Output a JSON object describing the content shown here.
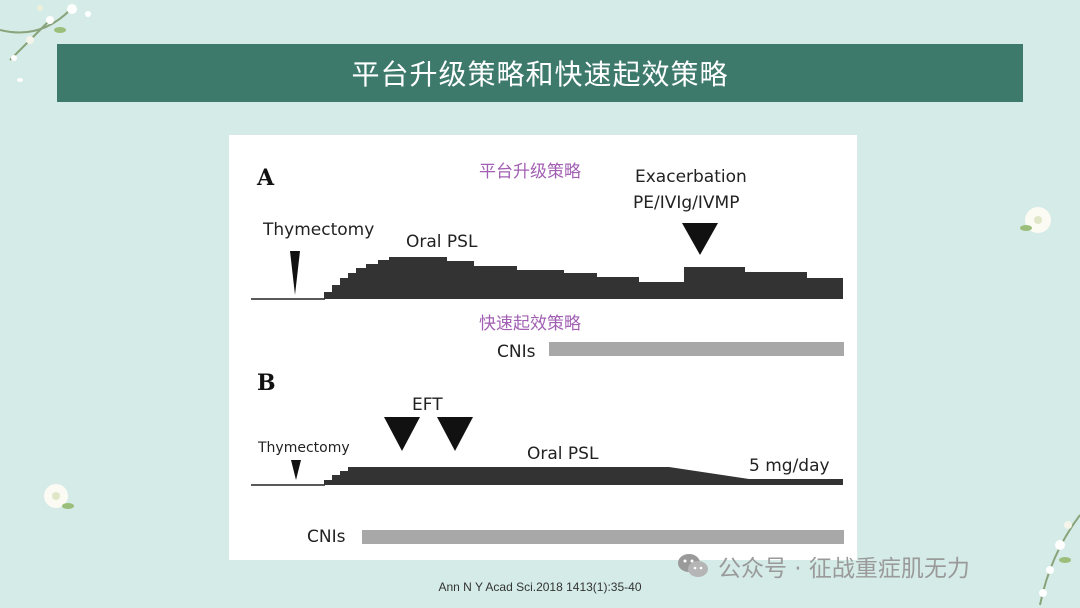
{
  "slide": {
    "title": "平台升级策略和快速起效策略",
    "citation": "Ann N Y Acad Sci.2018 1413(1):35-40",
    "watermark": "公众号 · 征战重症肌无力"
  },
  "figure": {
    "panel_a": {
      "letter": "A",
      "strategy_label": "平台升级策略",
      "thymectomy_label": "Thymectomy",
      "oral_psl_label": "Oral PSL",
      "exacerbation_label": "Exacerbation",
      "treatment_label": "PE/IVIg/IVMP"
    },
    "middle": {
      "strategy_label": "快速起效策略",
      "cnis_label": "CNIs"
    },
    "panel_b": {
      "letter": "B",
      "eft_label": "EFT",
      "thymectomy_label": "Thymectomy",
      "oral_psl_label": "Oral PSL",
      "dose_label": "5 mg/day",
      "cnis_label": "CNIs"
    }
  },
  "colors": {
    "background": "#d4ebe7",
    "title_bar": "#3d7a6c",
    "dose_fill": "#333333",
    "cni_bar": "#a8a8a8",
    "strategy_label": "#a25fb3"
  }
}
